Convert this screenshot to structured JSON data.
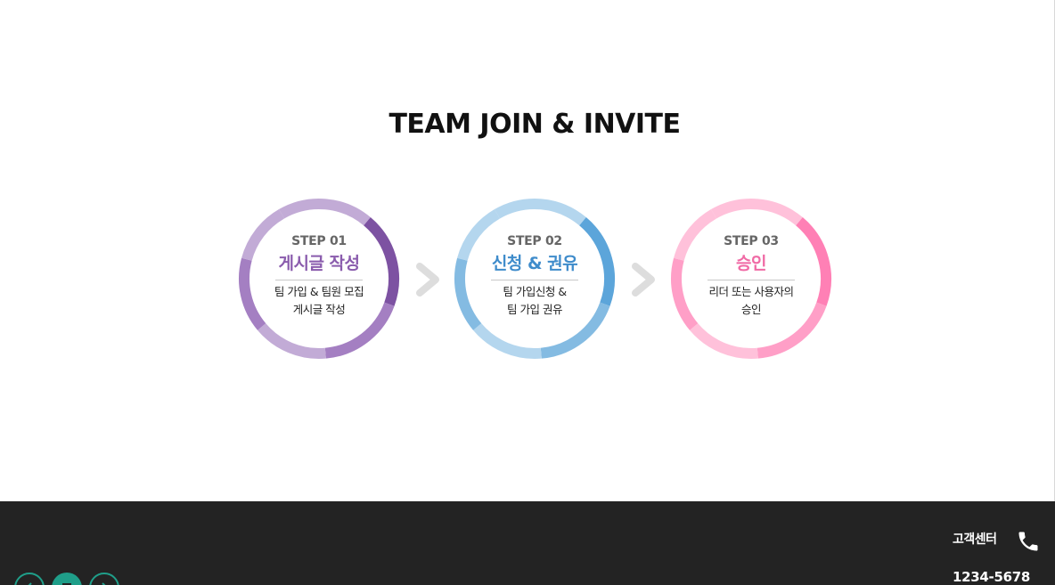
{
  "page": {
    "title": "TEAM JOIN & INVITE"
  },
  "steps": [
    {
      "number": "STEP 01",
      "title": "게시글 작성",
      "desc_line1": "팀 가입 & 팀원 모집",
      "desc_line2": "게시글 작성",
      "color": "#8a5cad",
      "ring_light": "#c2abd6",
      "ring_mid": "#a47fc2",
      "ring_dark": "#7d52a2"
    },
    {
      "number": "STEP 02",
      "title": "신청 & 권유",
      "desc_line1": "팀 가입신청 &",
      "desc_line2": "팀 가입 권유",
      "color": "#3f8ccb",
      "ring_light": "#b4d6ee",
      "ring_mid": "#84bbe2",
      "ring_dark": "#5ca5da"
    },
    {
      "number": "STEP 03",
      "title": "승인",
      "desc_line1": "리더 또는 사용자의",
      "desc_line2": "승인",
      "color": "#f06aa5",
      "ring_light": "#ffc1da",
      "ring_mid": "#ff9fc7",
      "ring_dark": "#ff80b5"
    }
  ],
  "arrows": {
    "color": "#dddddd",
    "icon": "chevron-right-icon"
  },
  "footer": {
    "cs_label": "고객센터",
    "cs_number": "1234-5678",
    "phone_icon": "phone-icon",
    "button_color": "#1f9e89"
  }
}
